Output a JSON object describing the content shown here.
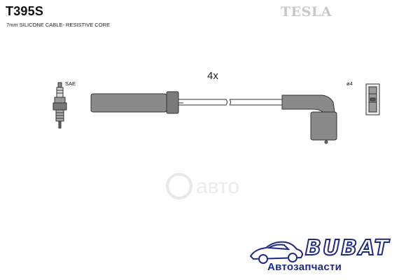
{
  "header": {
    "part_code": "T395S",
    "description": "7mm SILICONE CABLE- RESISTIVE CORE",
    "brand": "TESLA"
  },
  "diagram": {
    "quantity": "4x",
    "plug_standard": "SAE",
    "terminal_size": "ø4"
  },
  "dealer": {
    "logo_text": "BUBAT",
    "tagline": "Автозапчасти",
    "watermark_text": "авто"
  }
}
